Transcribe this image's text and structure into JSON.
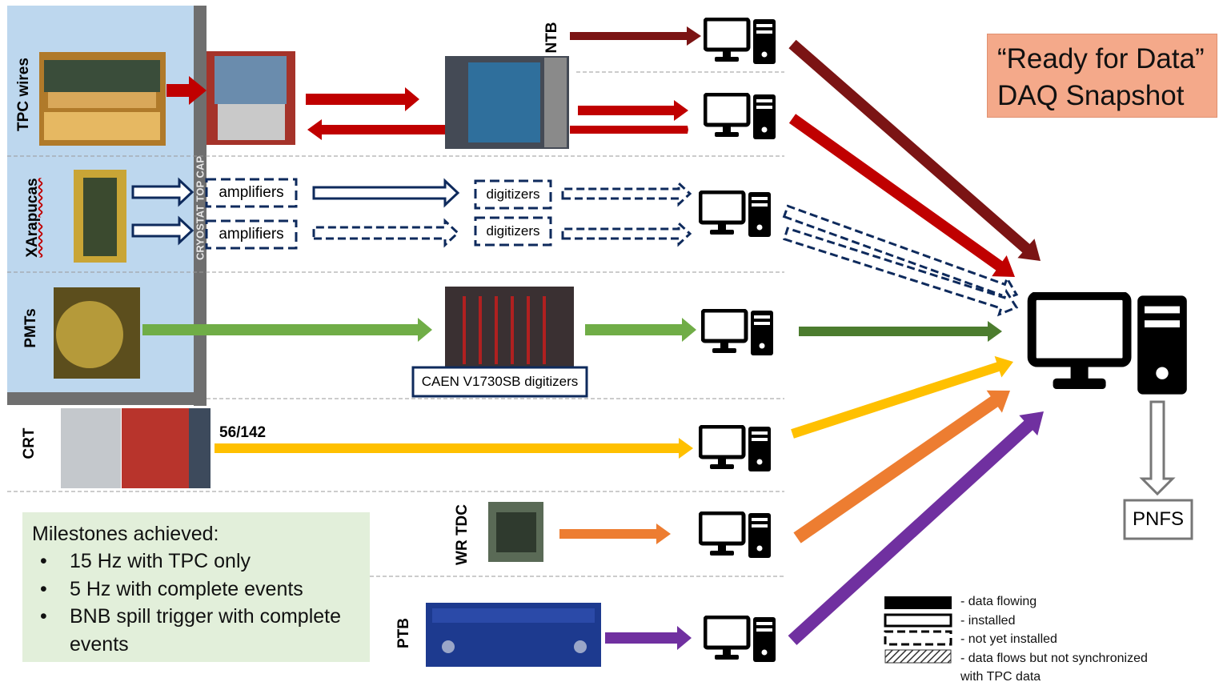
{
  "title": {
    "line1": "“Ready for Data”",
    "line2": "DAQ Snapshot"
  },
  "rows": {
    "tpc": "TPC wires",
    "xarapucas": "XArapucas",
    "pmts": "PMTs",
    "crt": "CRT",
    "wr_tdc": "WR TDC",
    "ptb": "PTB",
    "ntb": "NTB"
  },
  "cryostat_label": "CRYOSTAT TOP CAP",
  "amplifiers": [
    "amplifiers",
    "amplifiers"
  ],
  "digitizers": [
    "digitizers",
    "digitizers"
  ],
  "caen_label": "CAEN V1730SB digitizers",
  "crt_count": "56/142",
  "storage_label": "PNFS",
  "milestones": {
    "title": "Milestones achieved:",
    "items": [
      "15 Hz with TPC only",
      "5 Hz with complete events",
      "BNB spill trigger with complete events"
    ]
  },
  "legend": {
    "items": [
      "- data flowing",
      "- installed",
      "- not yet installed",
      "- data flows but not synchronized",
      "with TPC data"
    ]
  },
  "colors": {
    "red": "#c00000",
    "dark_red": "#7b1414",
    "navy": "#0e2a5c",
    "green": "#70ad47",
    "dark_green": "#4c7c2e",
    "yellow": "#ffc000",
    "orange": "#ed7d31",
    "purple": "#7030a0",
    "detector_bg": "#bdd7ee",
    "cryostat_bar": "#6f6f6f"
  },
  "icons": [
    "computer-icon",
    "photo-tpc-wires",
    "photo-xarapucas",
    "photo-pmt",
    "photo-crt",
    "photo-wr-tdc",
    "photo-ptb",
    "photo-ntb-rack",
    "photo-caen-digitizers",
    "photo-tpc-electronics"
  ]
}
